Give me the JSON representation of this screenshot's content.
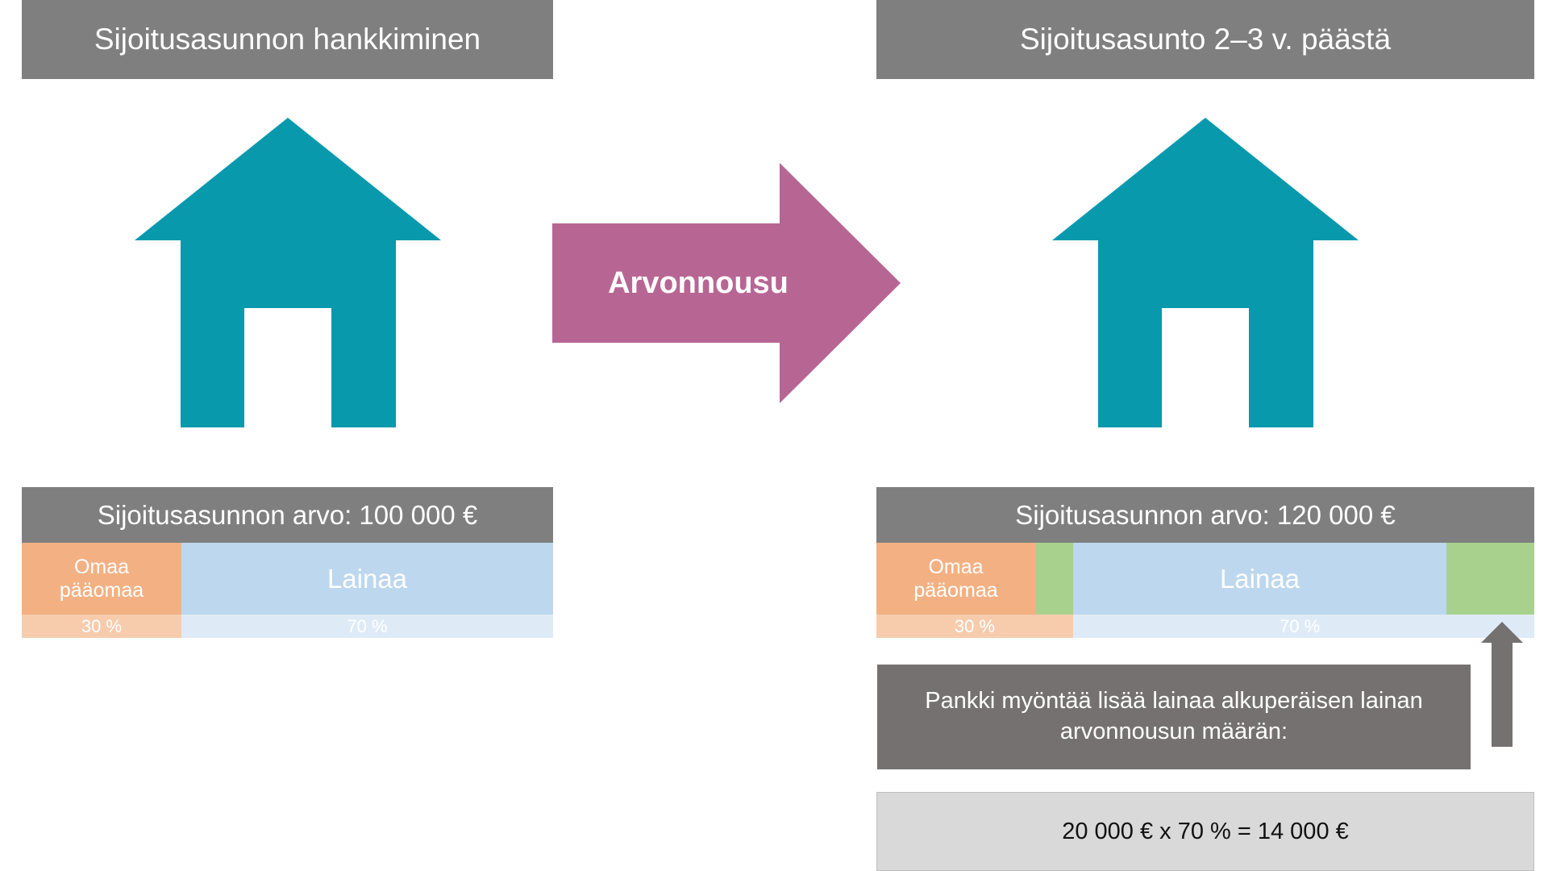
{
  "before": {
    "title": "Sijoitusasunnon hankkiminen",
    "value_label": "Sijoitusasunnon arvo: 100 000 €",
    "equity_label": "Omaa\npääomaa",
    "loan_label": "Lainaa",
    "equity_pct": "30 %",
    "loan_pct": "70 %"
  },
  "arrow": {
    "label": "Arvonnousu",
    "color": "#b76694"
  },
  "after": {
    "title": "Sijoitusasunto 2–3 v. päästä",
    "value_label": "Sijoitusasunnon arvo: 120 000 €",
    "equity_label": "Omaa\npääomaa",
    "loan_label": "Lainaa",
    "equity_pct": "30 %",
    "loan_pct": "70 %"
  },
  "bank_note": "Pankki myöntää lisää lainaa alkuperäisen lainan arvonnousun määrän:",
  "formula": "20 000 € x 70 % = 14 000 €",
  "colors": {
    "header": "#7f7f7f",
    "house": "#0899ad",
    "equity": "#f3b183",
    "loan": "#bdd7ee",
    "growth": "#a9d18e",
    "bank_box": "#767171",
    "formula_box": "#d9d9d9"
  }
}
